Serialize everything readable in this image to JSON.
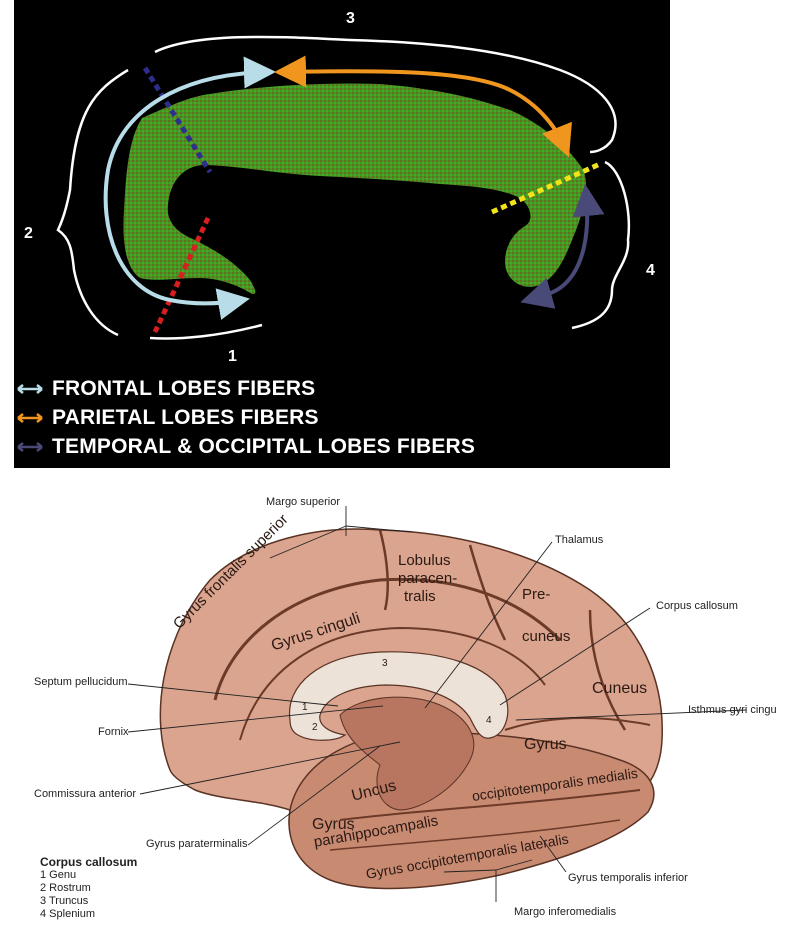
{
  "top_panel": {
    "numbers": {
      "n1": "1",
      "n2": "2",
      "n3": "3",
      "n4": "4"
    },
    "legend": [
      {
        "label": "FRONTAL LOBES FIBERS",
        "color": "#b8dde8"
      },
      {
        "label": "PARIETAL LOBES FIBERS",
        "color": "#f0961e"
      },
      {
        "label": "TEMPORAL & OCCIPITAL LOBES FIBERS",
        "color": "#4a4a78"
      }
    ],
    "colors": {
      "corpus_fill": "#3f9a1f",
      "cut_blue": "#2e2e8c",
      "cut_red": "#d81e1e",
      "cut_yellow": "#f2e41a",
      "outline": "#ffffff"
    }
  },
  "brain_panel": {
    "labels": {
      "margo_superior": "Margo superior",
      "thalamus": "Thalamus",
      "corpus_callosum": "Corpus callosum",
      "septum_pellucidum": "Septum pellucidum",
      "fornix": "Fornix",
      "commissura_anterior": "Commissura anterior",
      "gyrus_paraterminalis": "Gyrus paraterminalis",
      "isthmus": "Isthmus gyri cingu",
      "gyrus_temporalis_inferior": "Gyrus temporalis inferior",
      "margo_inferomedialis": "Margo inferomedialis"
    },
    "gyri": {
      "frontalis_superior": "Gyrus frontalis superior",
      "lobulus1": "Lobulus",
      "lobulus2": "paracen-",
      "lobulus3": "tralis",
      "pre": "Pre-",
      "cuneus_pre": "cuneus",
      "cingulus": "Gyrus cinguli",
      "cuneus": "Cuneus",
      "gyrus": "Gyrus",
      "occ_med": "occipitotemporalis medialis",
      "uncus": "Uncus",
      "para1": "Gyrus",
      "para2": "parahippocampalis",
      "occ_lat": "Gyrus occipitotemporalis lateralis"
    },
    "cc_numbers": {
      "n1": "1",
      "n2": "2",
      "n3": "3",
      "n4": "4"
    },
    "key": {
      "title": "Corpus callosum",
      "items": [
        "1  Genu",
        "2  Rostrum",
        "3  Truncus",
        "4  Splenium"
      ]
    }
  }
}
